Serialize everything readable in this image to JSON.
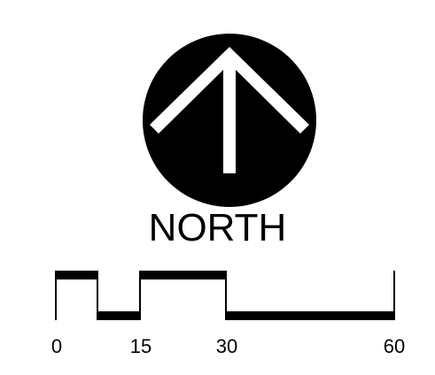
{
  "north_arrow": {
    "label": "NORTH",
    "icon": "north-arrow-icon",
    "circle_color": "#000000",
    "arrow_color": "#ffffff"
  },
  "scale_bar": {
    "icon": "scale-bar",
    "ticks": [
      "0",
      "15",
      "30",
      "60"
    ],
    "bar_color": "#000000"
  }
}
